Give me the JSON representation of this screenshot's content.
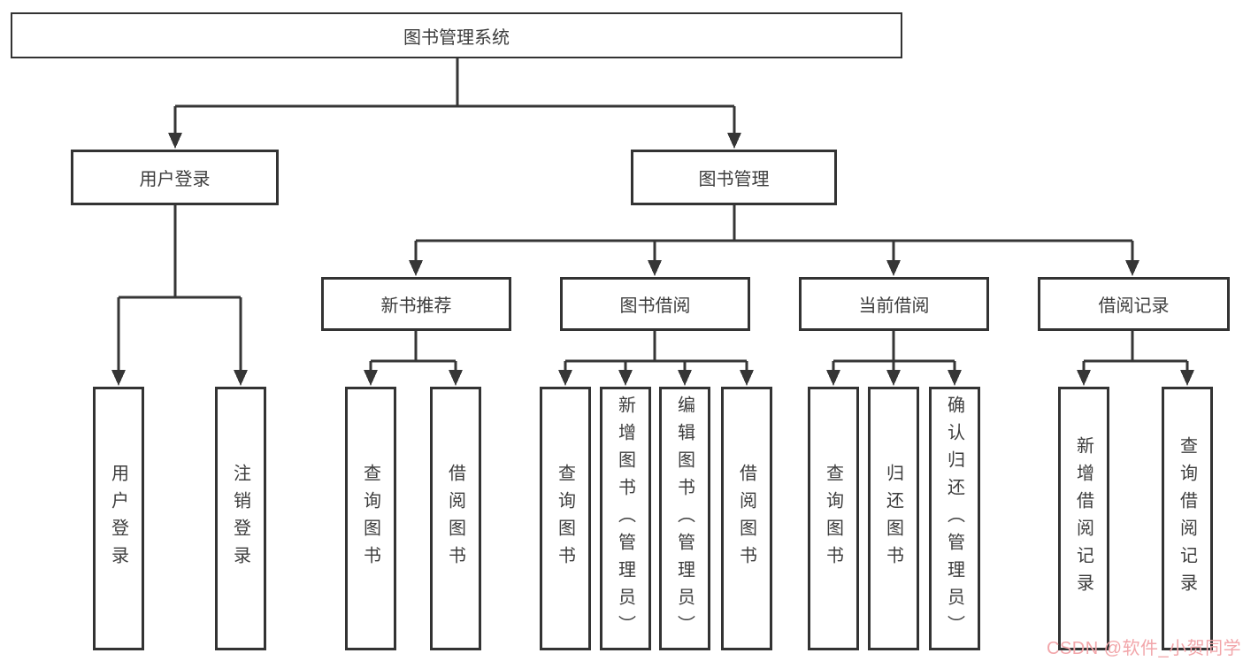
{
  "colors": {
    "line": "#363636",
    "box_border": "#333333",
    "text": "#3d3d3d",
    "watermark": "#f2a6aa",
    "background": "#ffffff"
  },
  "watermark": {
    "text": "CSDN @软件_小贺同学"
  },
  "tree": {
    "label": "图书管理系统",
    "children": [
      {
        "label": "用户登录",
        "children": [
          {
            "label": "用户登录"
          },
          {
            "label": "注销登录"
          }
        ]
      },
      {
        "label": "图书管理",
        "children": [
          {
            "label": "新书推荐",
            "children": [
              {
                "label": "查询图书"
              },
              {
                "label": "借阅图书"
              }
            ]
          },
          {
            "label": "图书借阅",
            "children": [
              {
                "label": "查询图书"
              },
              {
                "label": "新增图书（管理员）"
              },
              {
                "label": "编辑图书（管理员）"
              },
              {
                "label": "借阅图书"
              }
            ]
          },
          {
            "label": "当前借阅",
            "children": [
              {
                "label": "查询图书"
              },
              {
                "label": "归还图书"
              },
              {
                "label": "确认归还（管理员）"
              }
            ]
          },
          {
            "label": "借阅记录",
            "children": [
              {
                "label": "新增借阅记录"
              },
              {
                "label": "查询借阅记录"
              }
            ]
          }
        ]
      }
    ]
  }
}
